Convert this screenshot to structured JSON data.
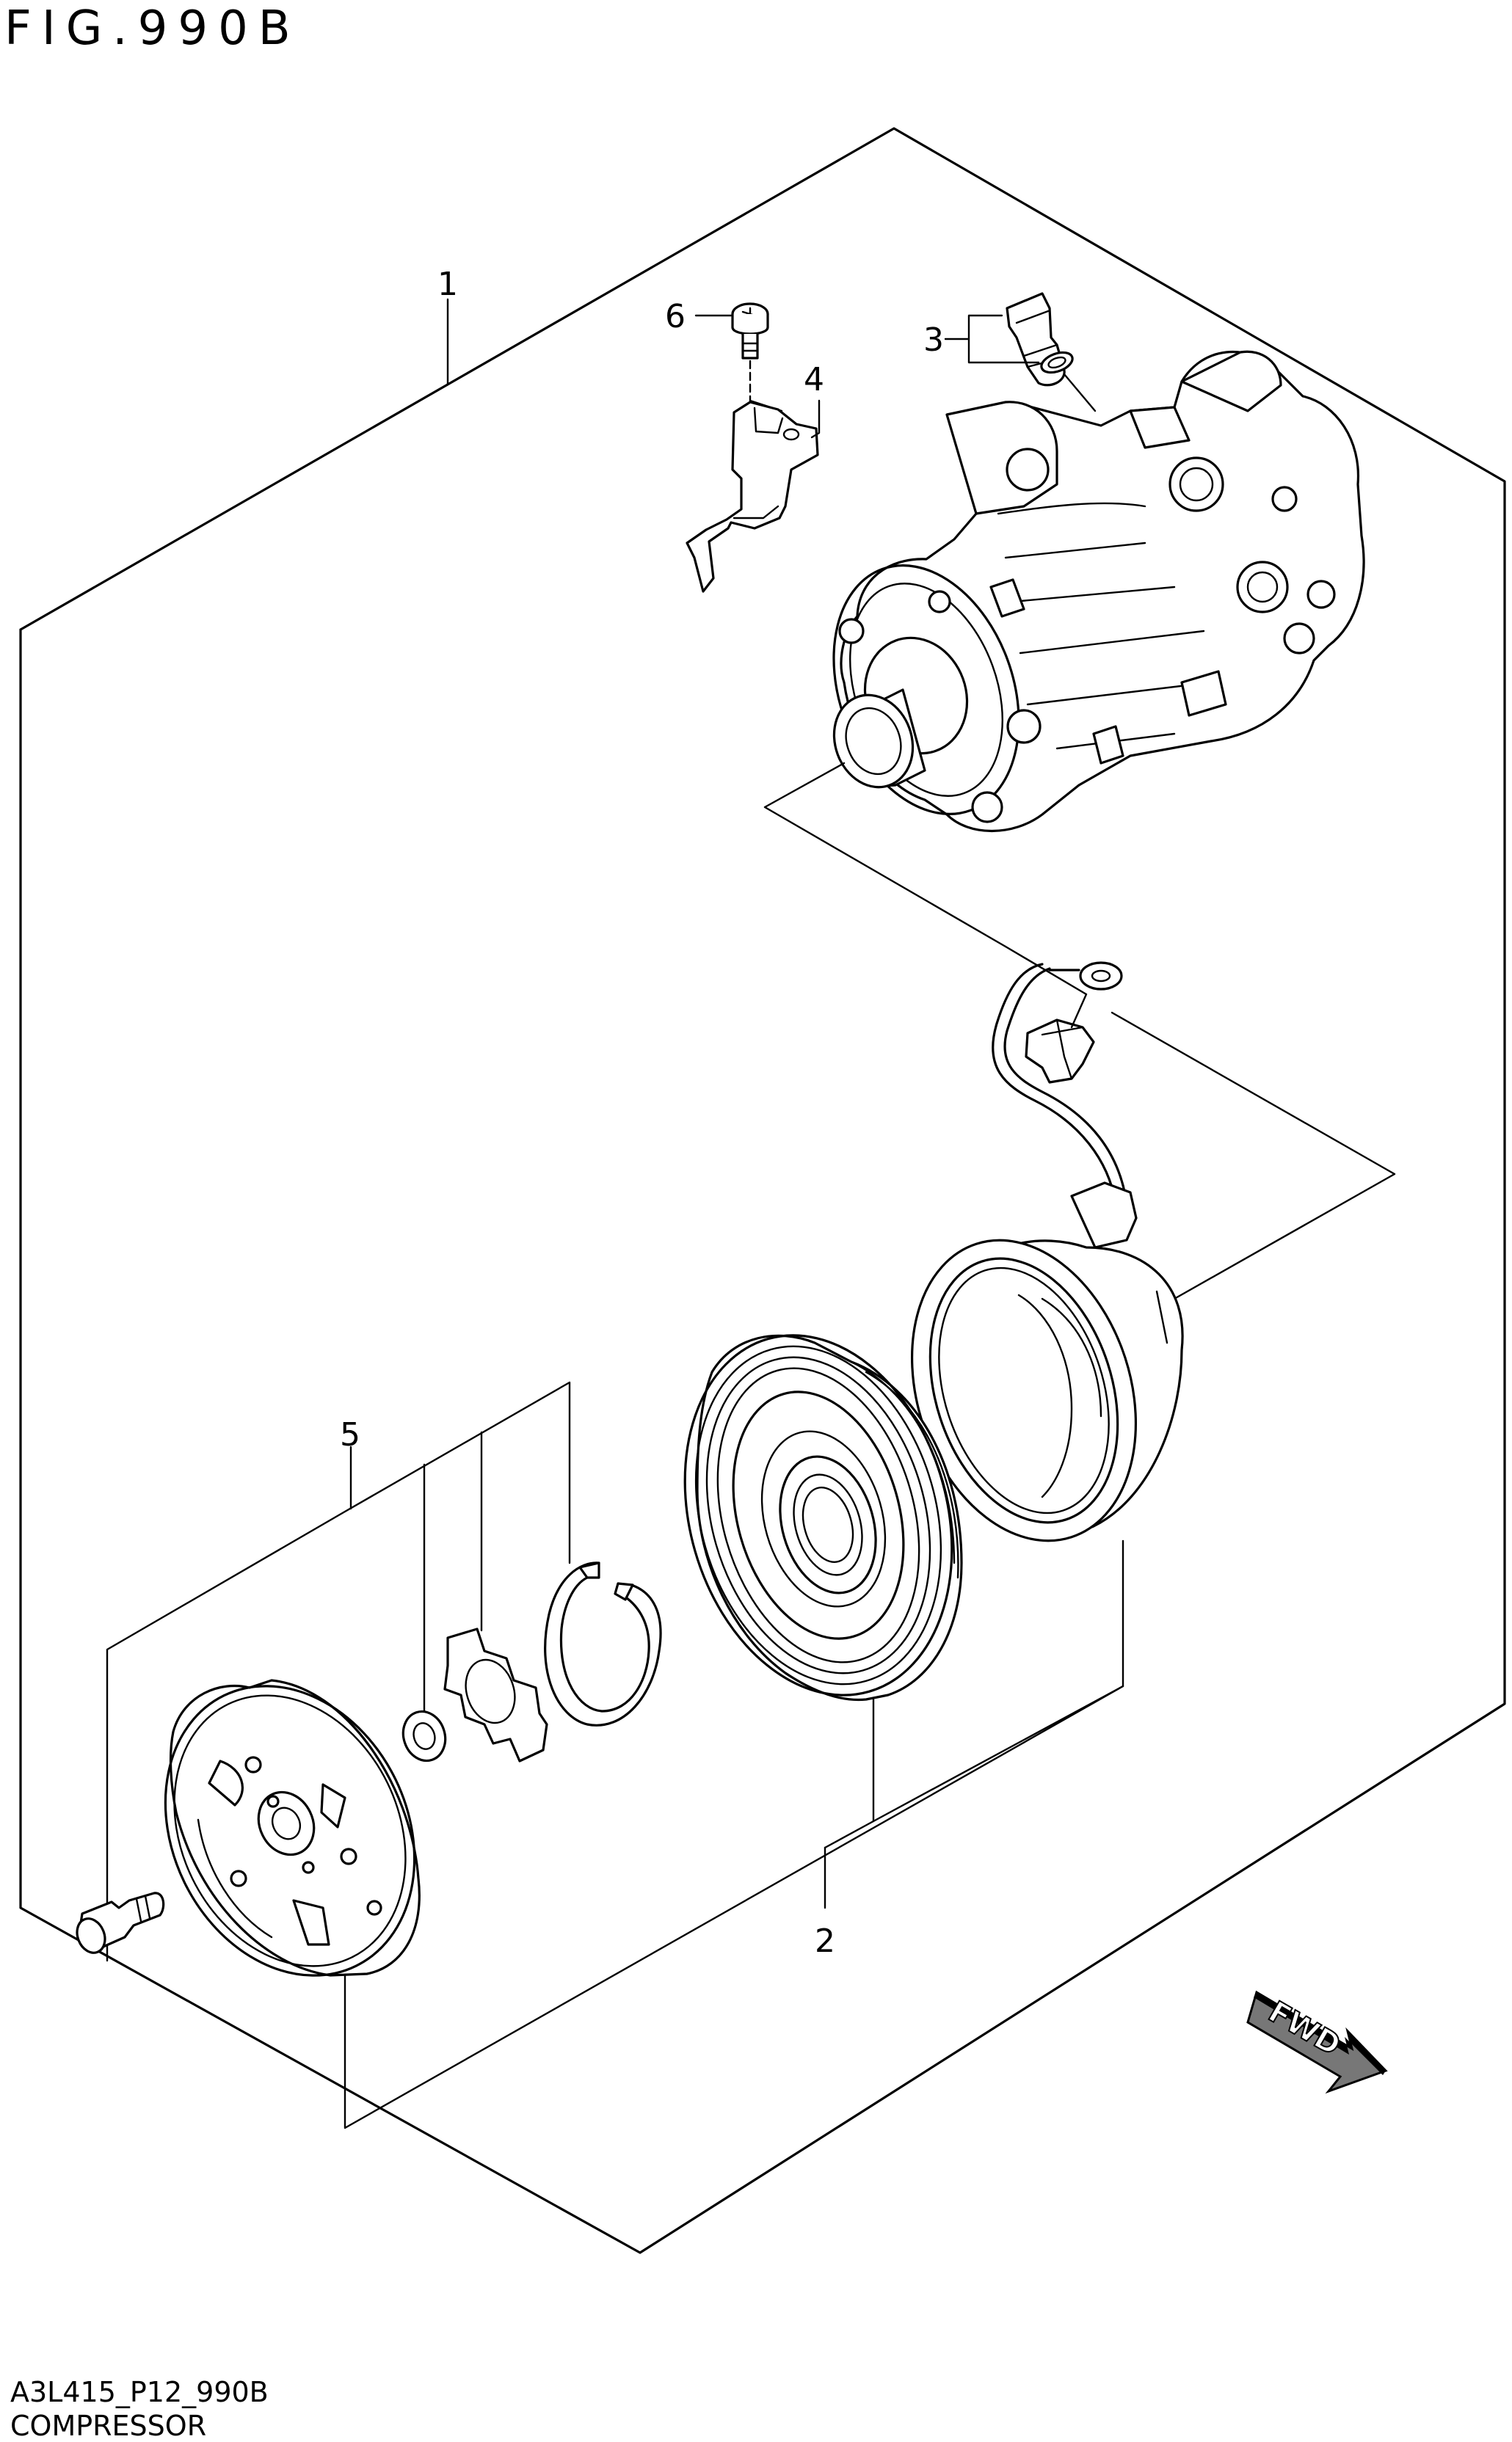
{
  "figure": {
    "title": "FIG.990B",
    "code": "A3L415_P12_990B",
    "caption": "COMPRESSOR"
  },
  "callouts": [
    "1",
    "2",
    "3",
    "4",
    "5",
    "6"
  ],
  "direction_label": "FWD"
}
